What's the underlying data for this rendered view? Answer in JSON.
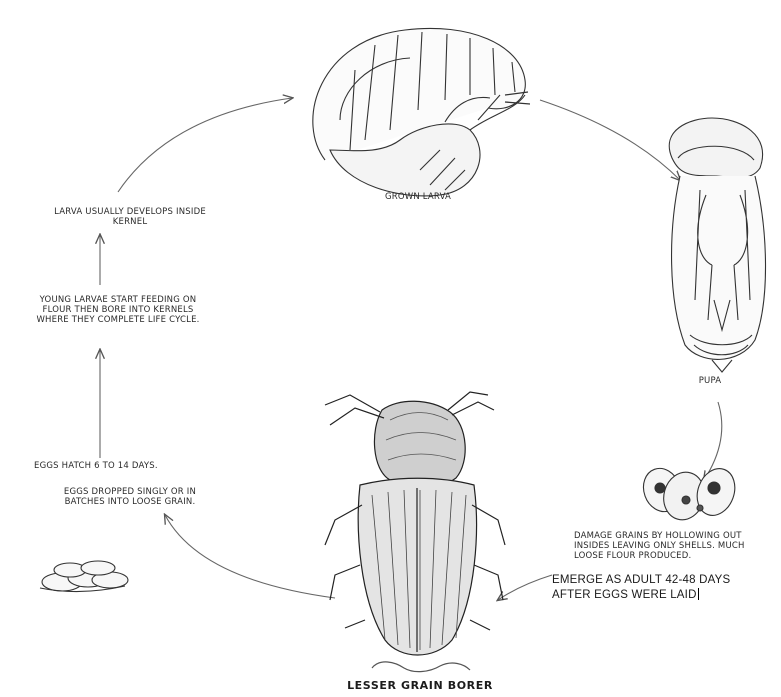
{
  "stages": {
    "grown_larva": "GROWN LARVA",
    "pupa": "PUPA",
    "adult_title": "LESSER GRAIN BORER"
  },
  "notes": {
    "larva_inside_line1": "LARVA  USUALLY  DEVELOPS INSIDE",
    "larva_inside_line2": "KERNEL",
    "young_larvae_line1": "YOUNG LARVAE  START  FEEDING ON",
    "young_larvae_line2": "FLOUR  THEN  BORE  INTO  KERNELS",
    "young_larvae_line3": "WHERE THEY COMPLETE LIFE CYCLE.",
    "eggs_hatch": "EGGS HATCH  6  TO 14 DAYS.",
    "eggs_dropped_line1": "EGGS  DROPPED  SINGLY OR IN",
    "eggs_dropped_line2": "BATCHES INTO LOOSE GRAIN.",
    "damage_line1": "DAMAGE  GRAINS  BY  HOLLOWING OUT",
    "damage_line2": "INSIDES  LEAVING  ONLY SHELLS.  MUCH",
    "damage_line3": "LOOSE  FLOUR  PRODUCED.",
    "emerge_line1": "EMERGE AS ADULT 42-48 DAYS",
    "emerge_line2": "AFTER EGGS WERE LAID"
  },
  "colors": {
    "ink": "#2a2a2a",
    "paper": "#ffffff"
  }
}
